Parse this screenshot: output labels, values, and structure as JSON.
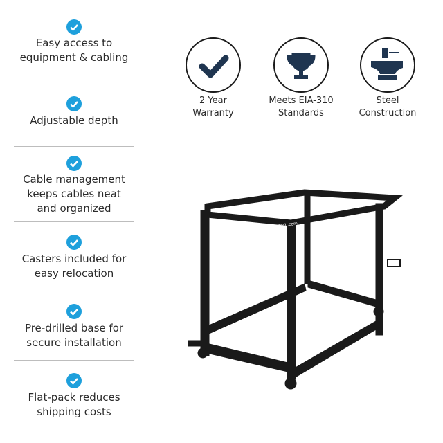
{
  "features": [
    {
      "text": "Easy access to\nequipment & cabling",
      "icon": "check-circle-icon"
    },
    {
      "text": "Adjustable depth",
      "icon": "check-circle-icon"
    },
    {
      "text": "Cable management\nkeeps cables neat\nand organized",
      "icon": "check-circle-icon"
    },
    {
      "text": "Casters included for\neasy relocation",
      "icon": "check-circle-icon"
    },
    {
      "text": "Pre-drilled base for\nsecure installation",
      "icon": "check-circle-icon"
    },
    {
      "text": "Flat-pack reduces\nshipping costs",
      "icon": "check-circle-icon"
    }
  ],
  "badges": [
    {
      "line1": "2 Year",
      "line2": "Warranty",
      "icon": "checkmark-icon"
    },
    {
      "line1": "Meets EIA-310",
      "line2": "Standards",
      "icon": "trophy-icon"
    },
    {
      "line1": "Steel",
      "line2": "Construction",
      "icon": "anvil-icon"
    }
  ],
  "product": {
    "brand_logo": "StarTech.com"
  },
  "colors": {
    "check": "#1ea0dc",
    "badge_icon": "#1f3550",
    "rack": "#1a1a1a"
  }
}
